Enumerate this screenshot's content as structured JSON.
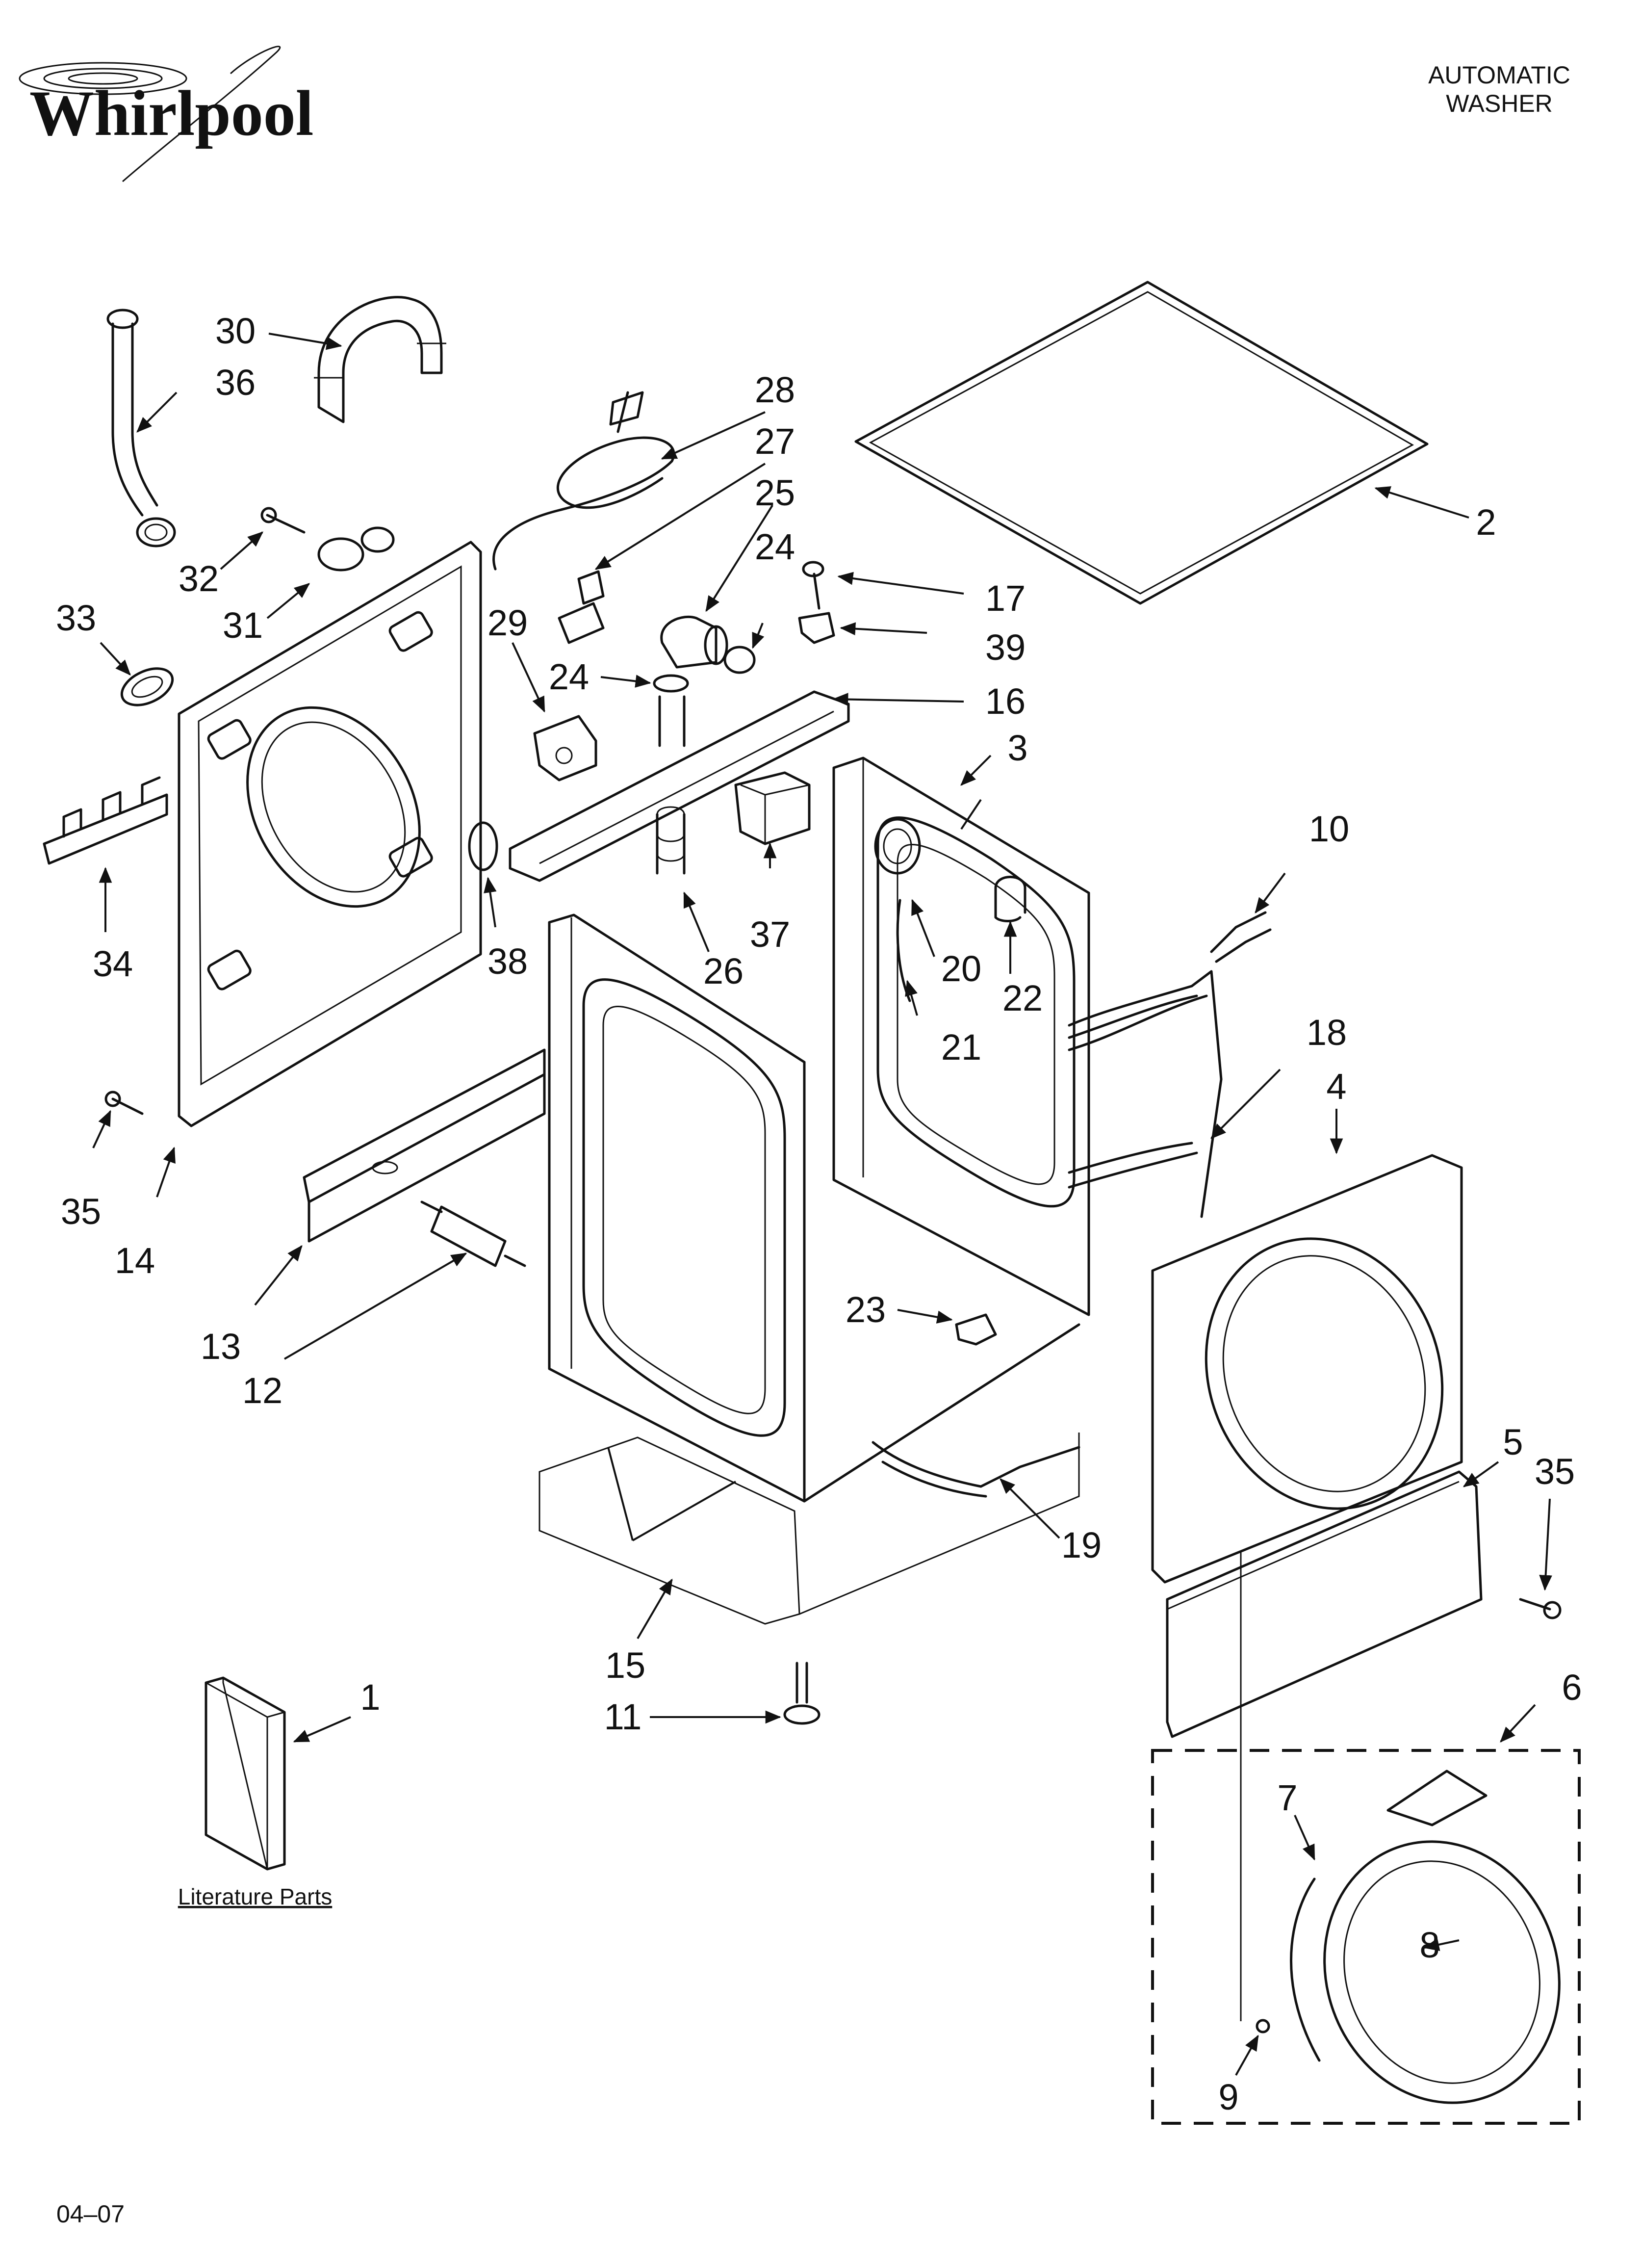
{
  "header": {
    "brand": "Whirlpool",
    "product_line1": "AUTOMATIC",
    "product_line2": "WASHER"
  },
  "literature_label": "Literature Parts",
  "date_code": "04–07",
  "callouts": [
    {
      "id": "c1",
      "label": "1"
    },
    {
      "id": "c2",
      "label": "2"
    },
    {
      "id": "c3",
      "label": "3"
    },
    {
      "id": "c4",
      "label": "4"
    },
    {
      "id": "c5",
      "label": "5"
    },
    {
      "id": "c6",
      "label": "6"
    },
    {
      "id": "c7",
      "label": "7"
    },
    {
      "id": "c8",
      "label": "8"
    },
    {
      "id": "c9",
      "label": "9"
    },
    {
      "id": "c10",
      "label": "10"
    },
    {
      "id": "c11",
      "label": "11"
    },
    {
      "id": "c12",
      "label": "12"
    },
    {
      "id": "c13",
      "label": "13"
    },
    {
      "id": "c14",
      "label": "14"
    },
    {
      "id": "c15",
      "label": "15"
    },
    {
      "id": "c16",
      "label": "16"
    },
    {
      "id": "c17",
      "label": "17"
    },
    {
      "id": "c18",
      "label": "18"
    },
    {
      "id": "c19",
      "label": "19"
    },
    {
      "id": "c20",
      "label": "20"
    },
    {
      "id": "c21",
      "label": "21"
    },
    {
      "id": "c22",
      "label": "22"
    },
    {
      "id": "c23",
      "label": "23"
    },
    {
      "id": "c24a",
      "label": "24"
    },
    {
      "id": "c24b",
      "label": "24"
    },
    {
      "id": "c25",
      "label": "25"
    },
    {
      "id": "c26",
      "label": "26"
    },
    {
      "id": "c27",
      "label": "27"
    },
    {
      "id": "c28",
      "label": "28"
    },
    {
      "id": "c29",
      "label": "29"
    },
    {
      "id": "c30",
      "label": "30"
    },
    {
      "id": "c31",
      "label": "31"
    },
    {
      "id": "c32",
      "label": "32"
    },
    {
      "id": "c33",
      "label": "33"
    },
    {
      "id": "c34",
      "label": "34"
    },
    {
      "id": "c35a",
      "label": "35"
    },
    {
      "id": "c35b",
      "label": "35"
    },
    {
      "id": "c36",
      "label": "36"
    },
    {
      "id": "c37",
      "label": "37"
    },
    {
      "id": "c38",
      "label": "38"
    },
    {
      "id": "c39",
      "label": "39"
    }
  ]
}
